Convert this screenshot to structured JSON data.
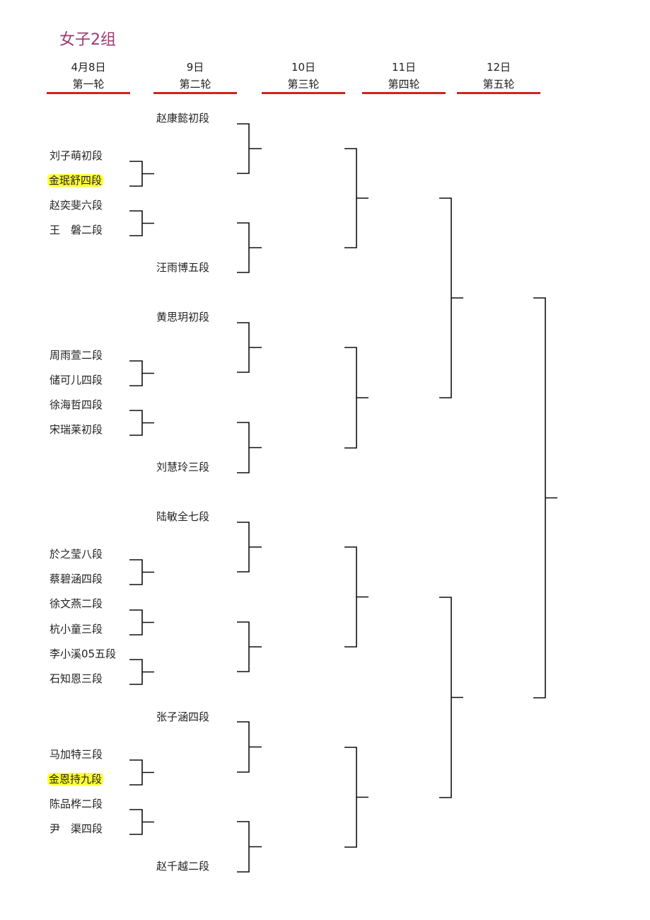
{
  "title": "女子2组",
  "columns": [
    {
      "date": "4月8日",
      "round": "第一轮"
    },
    {
      "date": "9日",
      "round": "第二轮"
    },
    {
      "date": "10日",
      "round": "第三轮"
    },
    {
      "date": "11日",
      "round": "第四轮"
    },
    {
      "date": "12日",
      "round": "第五轮"
    }
  ],
  "round1_players": [
    {
      "name": "刘子萌初段",
      "highlight": false
    },
    {
      "name": "金珉舒四段",
      "highlight": true
    },
    {
      "name": "赵奕斐六段",
      "highlight": false
    },
    {
      "name": "王　磐二段",
      "highlight": false
    },
    {
      "name": "周雨萱二段",
      "highlight": false
    },
    {
      "name": "储可儿四段",
      "highlight": false
    },
    {
      "name": "徐海哲四段",
      "highlight": false
    },
    {
      "name": "宋瑞莱初段",
      "highlight": false
    },
    {
      "name": "於之莹八段",
      "highlight": false
    },
    {
      "name": "蔡碧涵四段",
      "highlight": false
    },
    {
      "name": "徐文燕二段",
      "highlight": false
    },
    {
      "name": "杭小童三段",
      "highlight": false
    },
    {
      "name": "李小溪05五段",
      "highlight": false
    },
    {
      "name": "石知恩三段",
      "highlight": false
    },
    {
      "name": "马加特三段",
      "highlight": false
    },
    {
      "name": "金恩持九段",
      "highlight": true
    },
    {
      "name": "陈品桦二段",
      "highlight": false
    },
    {
      "name": "尹　渠四段",
      "highlight": false
    }
  ],
  "round2_players": [
    {
      "name": "赵康懿初段"
    },
    {
      "name": "汪雨博五段"
    },
    {
      "name": "黄思玥初段"
    },
    {
      "name": "刘慧玲三段"
    },
    {
      "name": "陆敏全七段"
    },
    {
      "name": "张子涵四段"
    },
    {
      "name": "赵千越二段"
    }
  ],
  "colors": {
    "title": "#9b3b70",
    "underline": "#d62020",
    "highlight": "#ffff33"
  }
}
